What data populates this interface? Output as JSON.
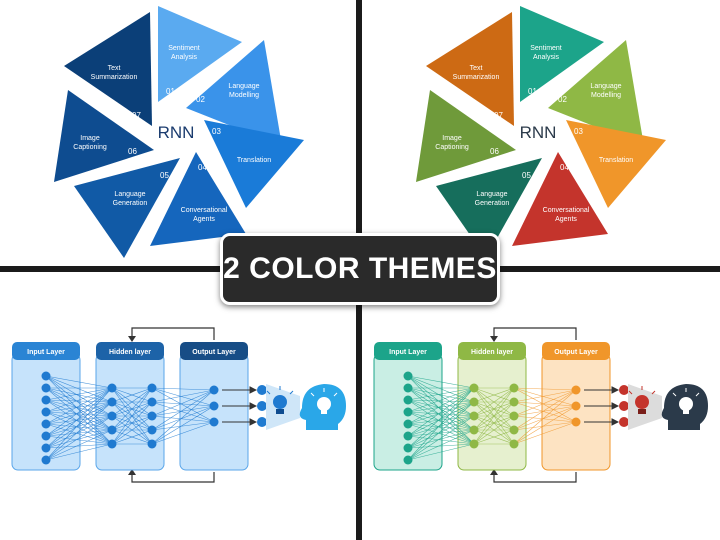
{
  "banner": {
    "title": "2 COLOR THEMES"
  },
  "rnn": {
    "center_label": "RNN",
    "items": [
      {
        "num": "01",
        "label": [
          "Sentiment",
          "Analysis"
        ]
      },
      {
        "num": "02",
        "label": [
          "Language",
          "Modelling"
        ]
      },
      {
        "num": "03",
        "label": [
          "Translation"
        ]
      },
      {
        "num": "04",
        "label": [
          "Conversational",
          "Agents"
        ]
      },
      {
        "num": "05",
        "label": [
          "Language",
          "Generation"
        ]
      },
      {
        "num": "06",
        "label": [
          "Image",
          "Captioning"
        ]
      },
      {
        "num": "07",
        "label": [
          "Text",
          "Summarization"
        ]
      }
    ]
  },
  "network": {
    "input_layer": "Input Layer",
    "hidden_layer": "Hidden layer",
    "output_layer": "Output Layer"
  },
  "themes": {
    "blue": {
      "segments": [
        "#5aaaf0",
        "#3a93ea",
        "#1a7bd8",
        "#1566bd",
        "#115aa6",
        "#0e4c90",
        "#0b3f78"
      ],
      "layers": {
        "input": "#2a84d4",
        "hidden": "#1d63a8",
        "output": "#174d86"
      },
      "panel_fill": "#c6e3fb",
      "panel_stroke": "#5aa6ea",
      "node": "#1f7ad0",
      "bulb": "#1f7ad0",
      "head": "#2aa7e8"
    },
    "color": {
      "segments": [
        "#1ca48a",
        "#8fb845",
        "#f0962a",
        "#c4342c",
        "#166e5c",
        "#6f9a3a",
        "#cd6a14"
      ],
      "layers": {
        "input": "#1ca48a",
        "hidden": "#8fb845",
        "output": "#f0962a"
      },
      "panel_fill": [
        "#c9eee4",
        "#e6f0cf",
        "#fde3c2"
      ],
      "panel_stroke": [
        "#1ca48a",
        "#8fb845",
        "#f0962a"
      ],
      "node": [
        "#1ca48a",
        "#8fb845",
        "#f0962a"
      ],
      "bulb": "#c4342c",
      "head": "#2b3a4a"
    }
  }
}
